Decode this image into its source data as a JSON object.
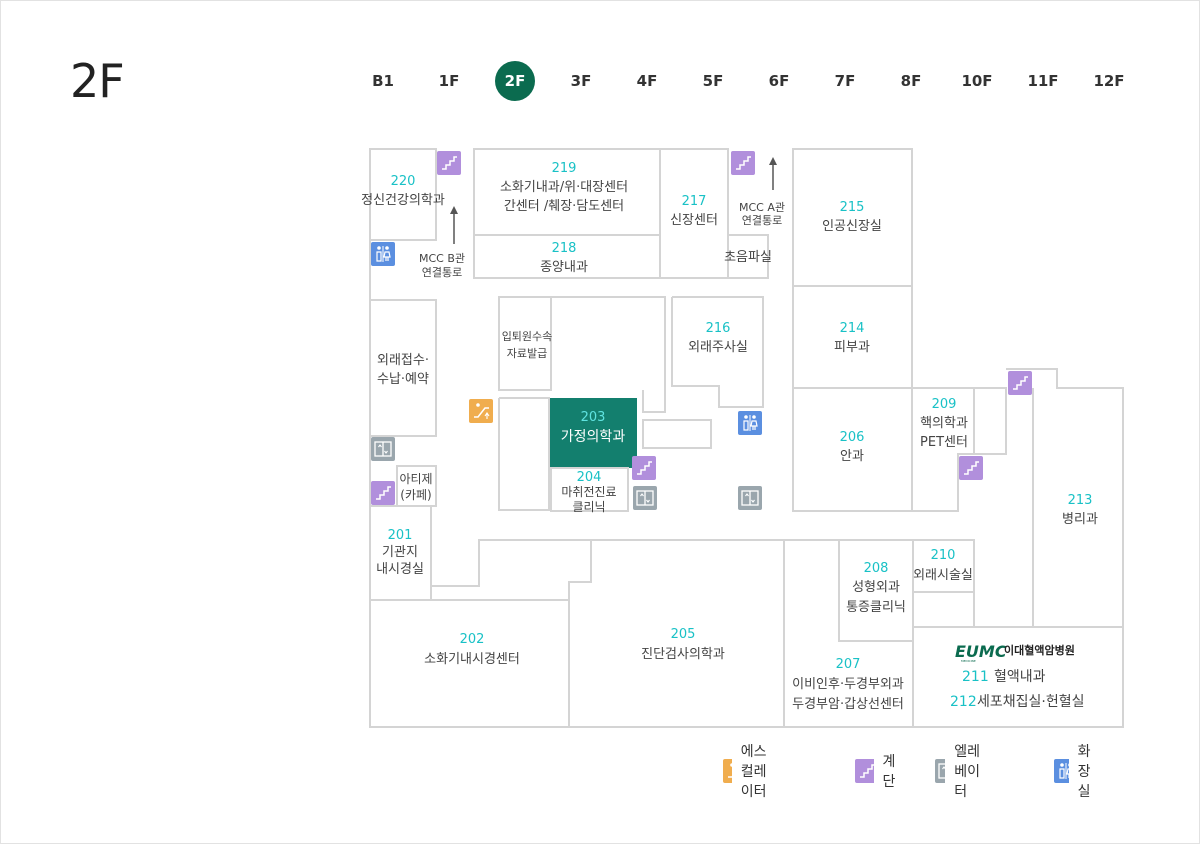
{
  "floor_title": "2F",
  "floors": [
    "B1",
    "1F",
    "2F",
    "3F",
    "4F",
    "5F",
    "6F",
    "7F",
    "8F",
    "10F",
    "11F",
    "12F"
  ],
  "active_floor": "2F",
  "rooms": {
    "r220": {
      "num": "220",
      "name": "정신건강의학과"
    },
    "r219": {
      "num": "219",
      "name1": "소화기내과/위·대장센터",
      "name2": "간센터 /췌장·담도센터"
    },
    "r218": {
      "num": "218",
      "name": "종양내과"
    },
    "r217": {
      "num": "217",
      "name": "신장센터"
    },
    "r215": {
      "num": "215",
      "name": "인공신장실"
    },
    "ultrasound": {
      "name": "초음파실"
    },
    "mcc_a": {
      "line1": "MCC A관",
      "line2": "연결통로"
    },
    "mcc_b": {
      "line1": "MCC B관",
      "line2": "연결통로"
    },
    "reception": {
      "line1": "외래접수·",
      "line2": "수납·예약"
    },
    "admission": {
      "line1": "입퇴원수속",
      "line2": "자료발급"
    },
    "r216": {
      "num": "216",
      "name": "외래주사실"
    },
    "r214": {
      "num": "214",
      "name": "피부과"
    },
    "r203": {
      "num": "203",
      "name": "가정의학과"
    },
    "r204": {
      "num": "204",
      "name1": "마취전진료",
      "name2": "클리닉"
    },
    "r206": {
      "num": "206",
      "name": "안과"
    },
    "r209": {
      "num": "209",
      "name1": "핵의학과",
      "name2": "PET센터"
    },
    "r213": {
      "num": "213",
      "name": "병리과"
    },
    "cafe": {
      "line1": "아티제",
      "line2": "(카페)"
    },
    "r201": {
      "num": "201",
      "name1": "기관지",
      "name2": "내시경실"
    },
    "r208": {
      "num": "208",
      "name1": "성형외과",
      "name2": "통증클리닉"
    },
    "r210": {
      "num": "210",
      "name": "외래시술실"
    },
    "r202": {
      "num": "202",
      "name": "소화기내시경센터"
    },
    "r205": {
      "num": "205",
      "name": "진단검사의학과"
    },
    "r207": {
      "num": "207",
      "name1": "이비인후·두경부외과",
      "name2": "두경부암·갑상선센터"
    },
    "eumc": {
      "logo": "EUMC",
      "sub": "MEDICINE",
      "name": "이대혈액암병원"
    },
    "r211": {
      "num": "211",
      "name": "혈액내과"
    },
    "r212": {
      "num": "212",
      "name": "세포채집실·헌혈실"
    }
  },
  "legend": {
    "escalator": "에스컬레이터",
    "stairs": "계단",
    "elevator": "엘레베이터",
    "restroom": "화장실"
  },
  "colors": {
    "active_floor": "#0b6b4f",
    "highlight_room": "#137f6e",
    "room_number": "#19c1c6",
    "escalator": "#f0ad4e",
    "stairs": "#b18fdc",
    "elevator": "#9aa6ad",
    "restroom": "#5b8fe0"
  }
}
